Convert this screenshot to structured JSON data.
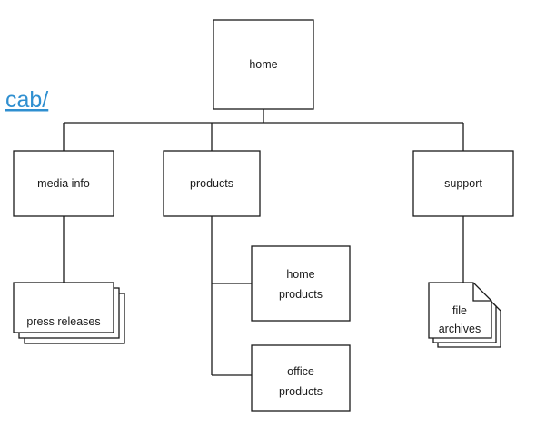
{
  "link": {
    "text": "cab/"
  },
  "nodes": {
    "home": {
      "label": "home"
    },
    "media_info": {
      "label": "media info"
    },
    "products": {
      "label": "products"
    },
    "support": {
      "label": "support"
    },
    "press_releases": {
      "label": "press releases"
    },
    "home_products": {
      "line1": "home",
      "line2": "products"
    },
    "office_products": {
      "line1": "office",
      "line2": "products"
    },
    "file_archives": {
      "line1": "file",
      "line2": "archives"
    }
  }
}
